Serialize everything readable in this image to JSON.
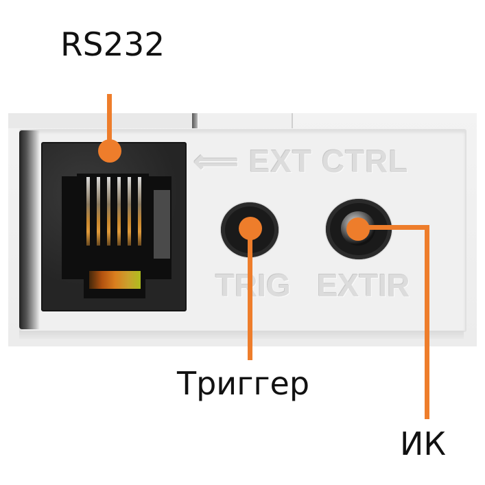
{
  "labels": {
    "rs232": "RS232",
    "trigger": "Триггер",
    "ir": "ИК"
  },
  "panel_markings": {
    "ext_ctrl": "⟸ EXT CTRL",
    "trig": "TRIG",
    "ext_ir": "EXTIR"
  },
  "colors": {
    "callout": "#ee7d2b",
    "label_text": "#111111",
    "panel": "#f0f0f0",
    "jack": "#1a1a1a"
  },
  "callouts": [
    {
      "target": "rs232-port",
      "label": "RS232"
    },
    {
      "target": "trigger-jack",
      "label": "Триггер"
    },
    {
      "target": "ir-jack",
      "label": "ИК"
    }
  ]
}
